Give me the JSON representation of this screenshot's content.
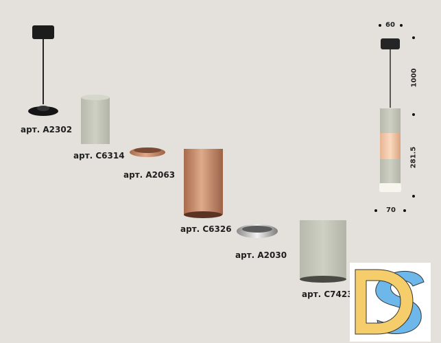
{
  "parts": [
    {
      "article": "арт. A2302"
    },
    {
      "article": "арт. C6314"
    },
    {
      "article": "арт. A2063"
    },
    {
      "article": "арт. C6326"
    },
    {
      "article": "арт. A2030"
    },
    {
      "article": "арт. C7423"
    }
  ],
  "dimensions": {
    "top_width": "60",
    "cord_length": "1000",
    "body_height": "281.5",
    "bottom_width": "70"
  },
  "colors": {
    "background": "#e4e1dc",
    "gray_body": "#c9c9bd",
    "copper": "#c98d6a",
    "black": "#1c1c1c",
    "logo_yellow": "#f5cd6a",
    "logo_blue": "#6db7ea"
  }
}
